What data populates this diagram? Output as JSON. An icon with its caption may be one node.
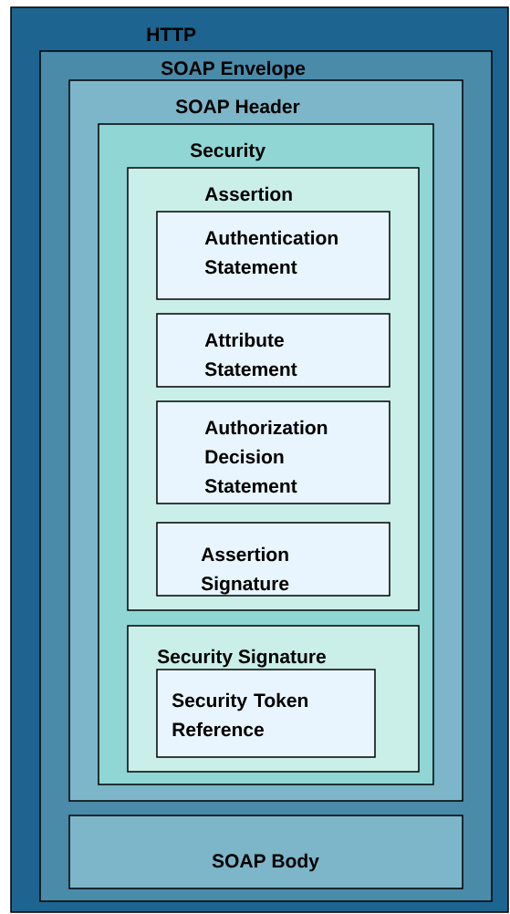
{
  "diagram": {
    "nodes": [
      {
        "text": [
          "HTTP"
        ]
      },
      {
        "text": [
          "SOAP Envelope"
        ],
        "in": 0
      },
      {
        "text": [
          "SOAP Header"
        ],
        "in": 1
      },
      {
        "text": [
          "Security"
        ],
        "in": 2
      },
      {
        "text": [
          "Assertion"
        ],
        "in": 3
      },
      {
        "text": [
          "Authentication Statement"
        ],
        "in": 4
      },
      {
        "text": [
          "Attribute Statement"
        ],
        "in": 4
      },
      {
        "text": [
          "Authorization Decision Statement"
        ],
        "in": 4
      },
      {
        "text": [
          "Assertion Signature"
        ],
        "in": 4
      },
      {
        "text": [
          "Security Signature"
        ],
        "in": 3
      },
      {
        "text": [
          "Security Token Reference"
        ],
        "in": 9
      },
      {
        "text": [
          "SOAP Body"
        ],
        "in": 1
      }
    ]
  }
}
